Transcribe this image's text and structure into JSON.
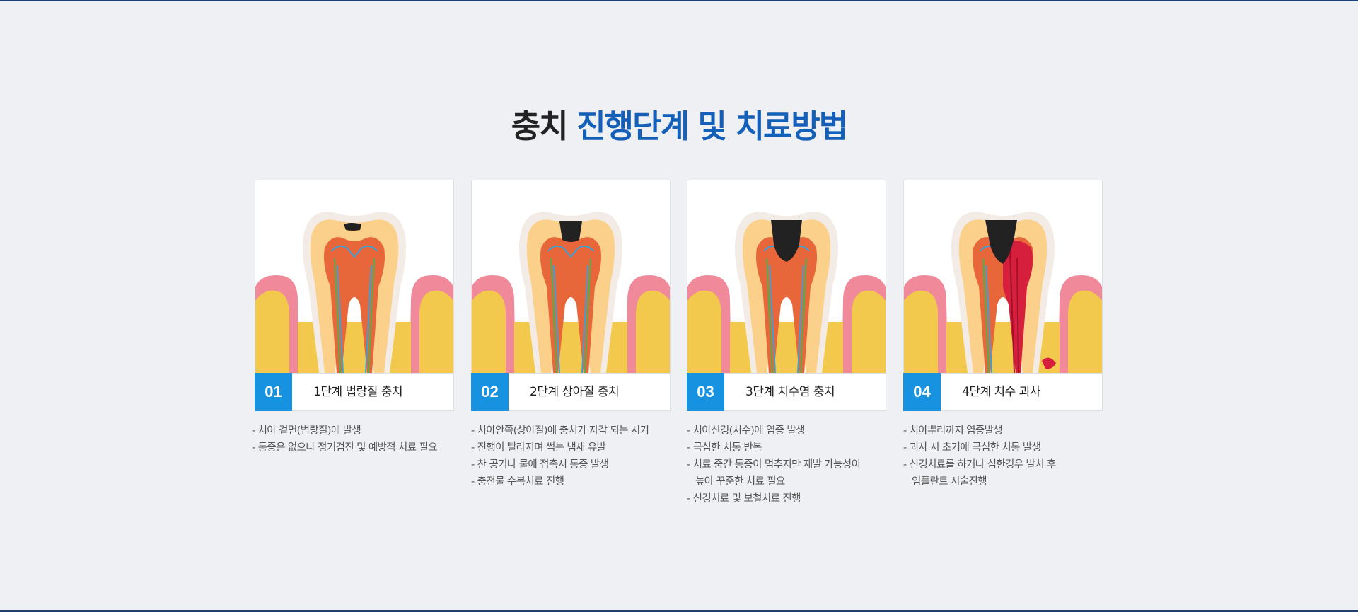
{
  "title": {
    "prefix": "충치",
    "accent": "진행단계 및 치료방법"
  },
  "colors": {
    "accent": "#1460b8",
    "badge": "#1692e0",
    "decay": "#222222",
    "gum": "#f08a9b",
    "bone": "#f2c94c"
  },
  "stages": [
    {
      "number": "01",
      "title": "1단계 법랑질 충치",
      "image": "tooth-enamel-caries-illustration",
      "lines": [
        "- 치아 겉면(법랑질)에 발생",
        "- 통증은 없으나 정기검진 및 예방적 치료 필요"
      ]
    },
    {
      "number": "02",
      "title": "2단계 상아질 충치",
      "image": "tooth-dentin-caries-illustration",
      "lines": [
        "- 치아안쪽(상아질)에 충치가 자각 되는 시기",
        "- 진행이 빨라지며 썩는 냄새 유발",
        "- 찬 공기나 물에 접촉시 통증 발생",
        "- 충전물 수복치료 진행"
      ]
    },
    {
      "number": "03",
      "title": "3단계 치수염 충치",
      "image": "tooth-pulpitis-illustration",
      "lines": [
        "- 치아신경(치수)에 염증 발생",
        "- 극심한 치통 반복",
        "- 치료 중간 통증이 멈추지만 재발 가능성이",
        "   높아 꾸준한 치료 필요",
        "- 신경치료 및 보철치료 진행"
      ]
    },
    {
      "number": "04",
      "title": "4단계 치수 괴사",
      "image": "tooth-pulp-necrosis-illustration",
      "lines": [
        "- 치아뿌리까지 염증발생",
        "- 괴사 시 초기에 극심한 치통 발생",
        "- 신경치료를 하거나 심한경우 발치 후",
        "   임플란트 시술진행"
      ]
    }
  ]
}
